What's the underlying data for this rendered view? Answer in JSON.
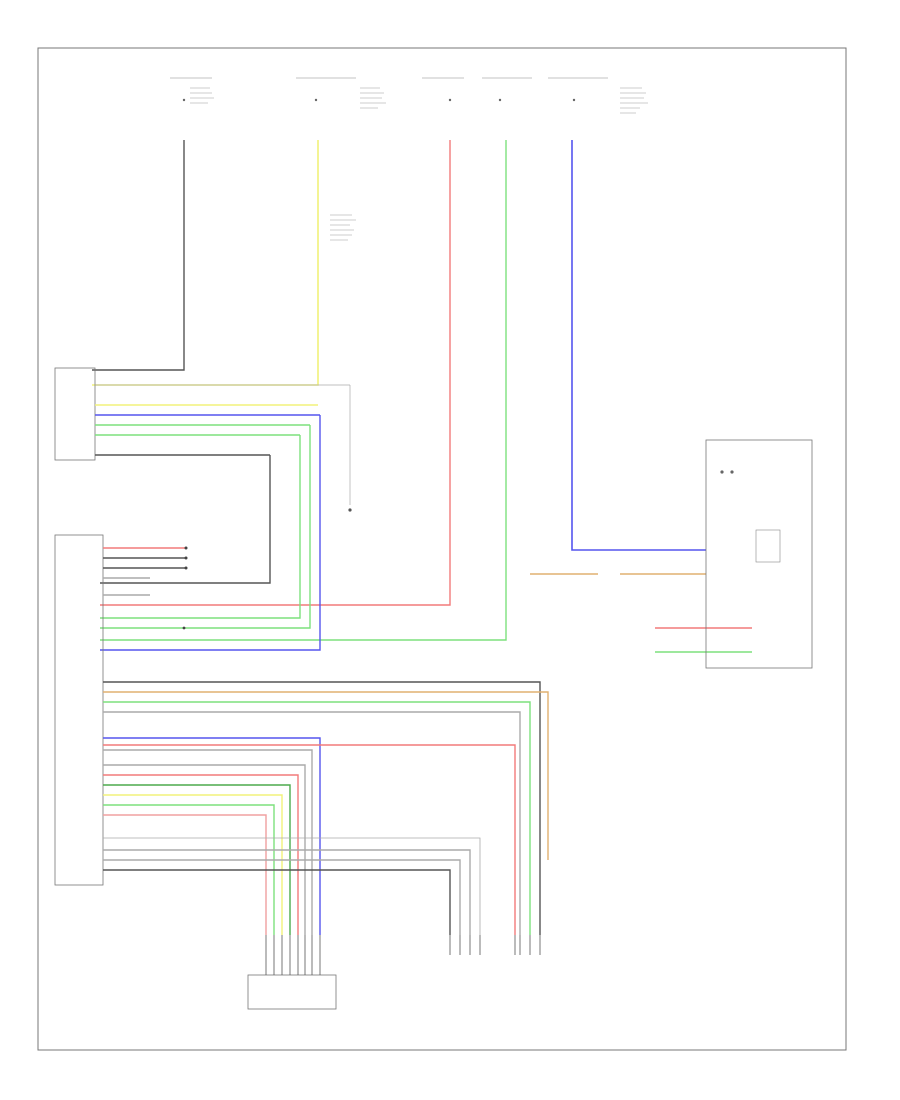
{
  "diagram": {
    "footer_code": "",
    "colors": {
      "frame": "#777777",
      "wire_black": "#555555",
      "wire_yellow": "#f2f27a",
      "wire_blue": "#5555ee",
      "wire_green": "#7de07d",
      "wire_red": "#f27a7a",
      "wire_gray": "#aaaaaa",
      "wire_orange": "#e0b070",
      "wire_pink": "#f0a0a0",
      "wire_dkgreen": "#4daa4d"
    },
    "components": [
      {
        "id": "power-steering-ecu",
        "label": ""
      },
      {
        "id": "skid-control-ecu",
        "label": ""
      },
      {
        "id": "steering-torque-sensor",
        "label": ""
      },
      {
        "id": "power-steering-motor-connector",
        "label": ""
      },
      {
        "id": "combination-meter",
        "label": ""
      },
      {
        "id": "junction-connector",
        "label": ""
      }
    ],
    "fuses": [
      {
        "id": "fuse-1",
        "label": ""
      },
      {
        "id": "fuse-2",
        "label": ""
      },
      {
        "id": "fuse-3",
        "label": ""
      },
      {
        "id": "fuse-4",
        "label": ""
      },
      {
        "id": "fuse-5",
        "label": ""
      }
    ]
  }
}
